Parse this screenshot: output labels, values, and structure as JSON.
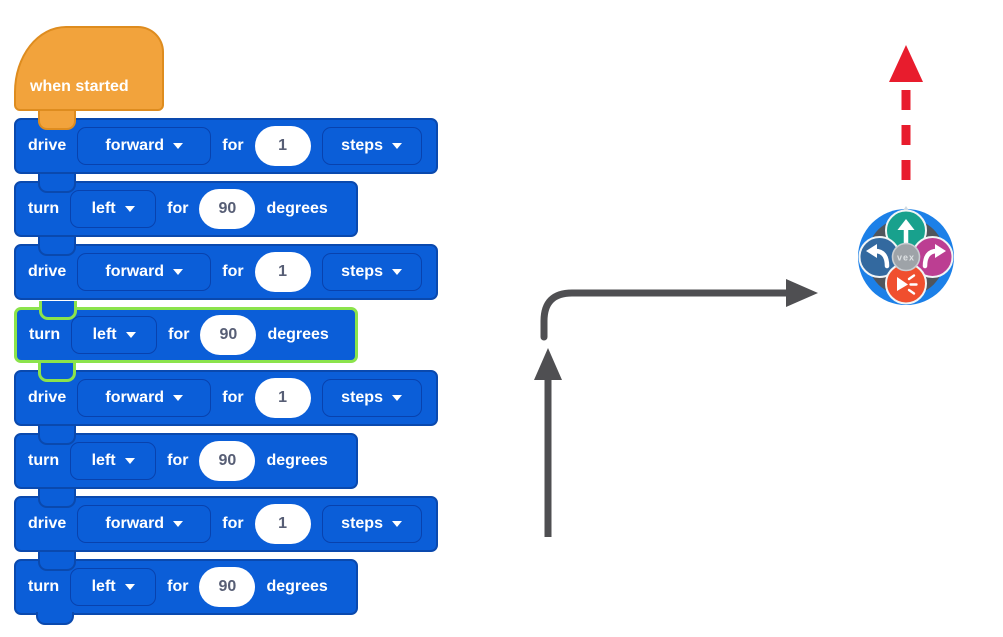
{
  "palette": {
    "block_blue": "#0B5ED8",
    "block_border": "#0A49AE",
    "hat_orange": "#F2A33C",
    "hat_border": "#DE8C1F",
    "highlight_green": "#8BE34B",
    "value_text_gray": "#575E75",
    "arrow_gray": "#4F4F52",
    "arrow_red": "#E81C2D",
    "robot_ring_blue": "#1C80E8",
    "robot_disc_gray": "#50555C",
    "robot_button_teal": "#18A18D",
    "robot_button_blue": "#33699F",
    "robot_button_magenta": "#BC3E92",
    "robot_button_red": "#F04F2E",
    "robot_center_gray": "#9EA3A8"
  },
  "program": {
    "hat_label": "when started",
    "rows": [
      {
        "verb": "drive",
        "direction": "forward",
        "for_label": "for",
        "value": "1",
        "unit": "steps"
      },
      {
        "verb": "turn",
        "direction": "left",
        "for_label": "for",
        "value": "90",
        "unit": "degrees"
      },
      {
        "verb": "drive",
        "direction": "forward",
        "for_label": "for",
        "value": "1",
        "unit": "steps"
      },
      {
        "verb": "turn",
        "direction": "left",
        "for_label": "for",
        "value": "90",
        "unit": "degrees",
        "highlighted": "true"
      },
      {
        "verb": "drive",
        "direction": "forward",
        "for_label": "for",
        "value": "1",
        "unit": "steps"
      },
      {
        "verb": "turn",
        "direction": "left",
        "for_label": "for",
        "value": "90",
        "unit": "degrees"
      },
      {
        "verb": "drive",
        "direction": "forward",
        "for_label": "for",
        "value": "1",
        "unit": "steps"
      },
      {
        "verb": "turn",
        "direction": "left",
        "for_label": "for",
        "value": "90",
        "unit": "degrees"
      }
    ]
  },
  "robot": {
    "center_label": "vex"
  }
}
